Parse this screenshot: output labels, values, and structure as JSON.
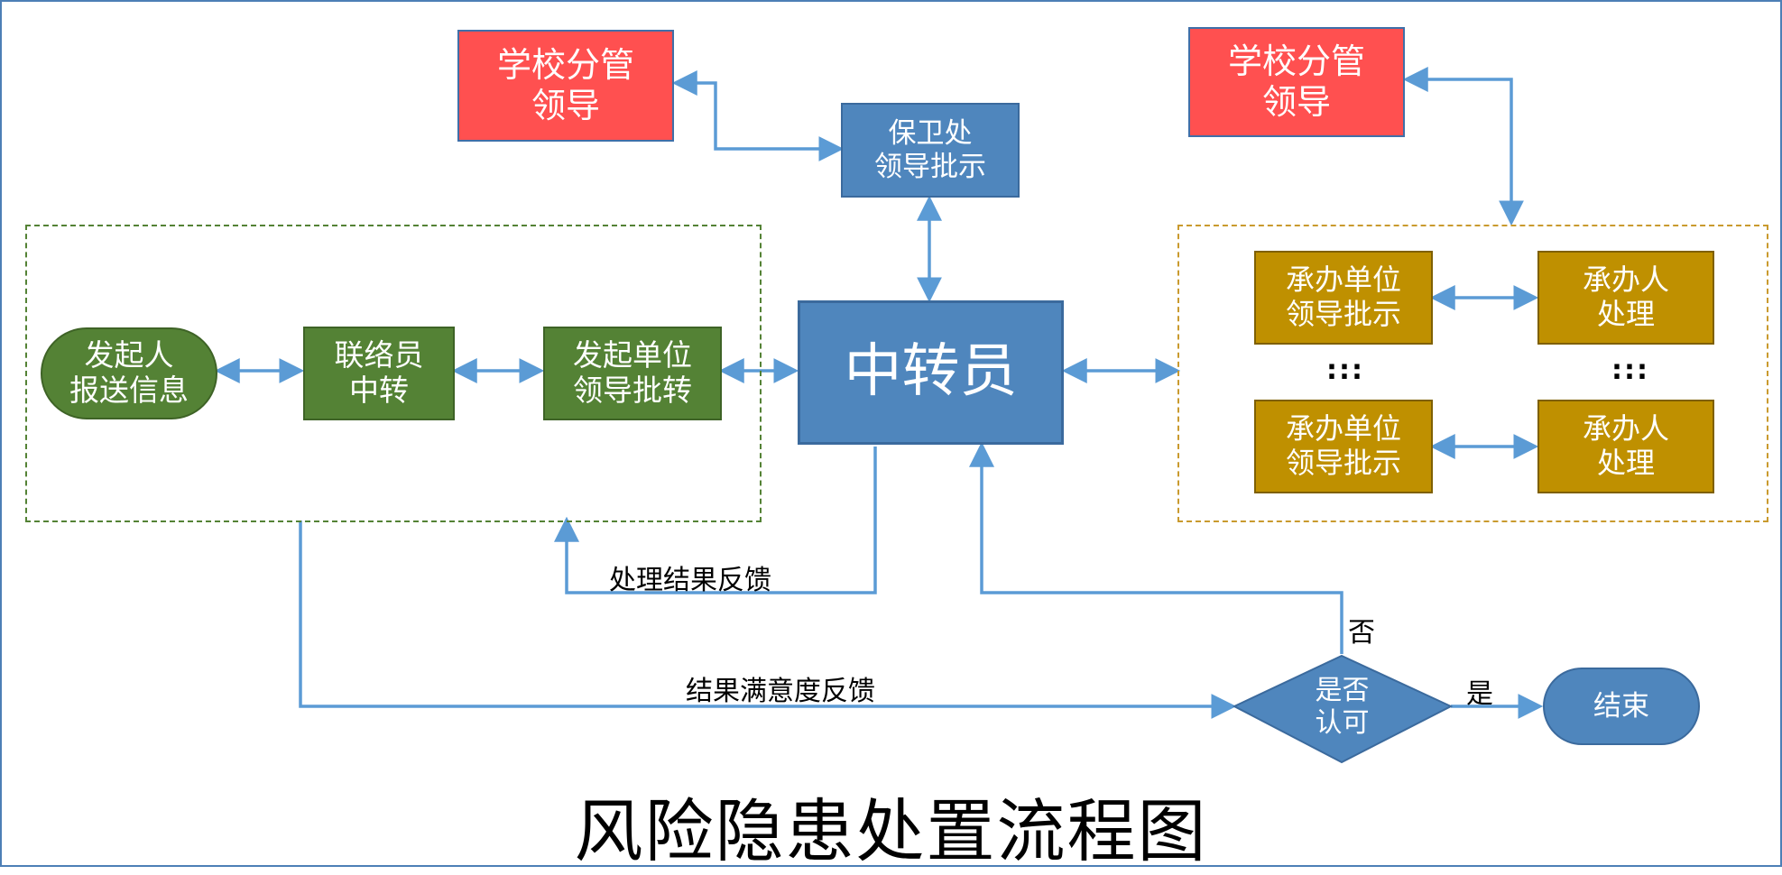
{
  "title": "风险隐患处置流程图",
  "colors": {
    "frame": "#4d7fb6",
    "connector": "#5b9bd5",
    "red_box": "#ff5050",
    "blue_box": "#4f86bd",
    "green_box": "#548235",
    "gold_box": "#bf9000",
    "green_dash": "#548235",
    "gold_dash": "#c99a2e"
  },
  "nodes": {
    "leader_left": {
      "line1": "学校分管",
      "line2": "领导"
    },
    "leader_right": {
      "line1": "学校分管",
      "line2": "领导"
    },
    "security": {
      "line1": "保卫处",
      "line2": "领导批示"
    },
    "relay": {
      "text": "中转员"
    },
    "initiator": {
      "line1": "发起人",
      "line2": "报送信息"
    },
    "liaison": {
      "line1": "联络员",
      "line2": "中转"
    },
    "unit_leader": {
      "line1": "发起单位",
      "line2": "领导批转"
    },
    "undertaking_leader_1": {
      "line1": "承办单位",
      "line2": "领导批示"
    },
    "handler_1": {
      "line1": "承办人",
      "line2": "处理"
    },
    "undertaking_leader_2": {
      "line1": "承办单位",
      "line2": "领导批示"
    },
    "handler_2": {
      "line1": "承办人",
      "line2": "处理"
    },
    "ellipsis_left": ":::",
    "ellipsis_right": ":::",
    "decision": {
      "line1": "是否",
      "line2": "认可"
    },
    "end": {
      "text": "结束"
    }
  },
  "edge_labels": {
    "result_feedback": "处理结果反馈",
    "satisfaction_feedback": "结果满意度反馈",
    "no": "否",
    "yes": "是"
  }
}
